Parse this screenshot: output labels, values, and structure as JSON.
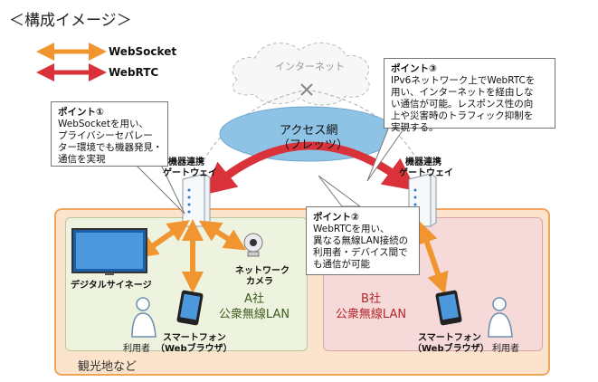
{
  "title": "＜構成イメージ＞",
  "legend": {
    "websocket": {
      "label": "WebSocket",
      "color": "#f0952f"
    },
    "webrtc": {
      "label": "WebRTC",
      "color": "#d9323a"
    }
  },
  "internet": "インターネット",
  "access_network": {
    "line1": "アクセス網",
    "line2": "（フレッツ）"
  },
  "gateway_left": {
    "line1": "機器連携",
    "line2": "ゲートウェイ"
  },
  "gateway_right": {
    "line1": "機器連携",
    "line2": "ゲートウェイ"
  },
  "point1": {
    "head": "ポイント①",
    "lines": [
      "WebSocketを用い、",
      "プライバシーセパレー",
      "ター環境でも機器発見・",
      "通信を実現"
    ]
  },
  "point2": {
    "head": "ポイント②",
    "lines": [
      "WebRTCを用い、",
      "異なる無線LAN接続の",
      "利用者・デバイス間で",
      "も通信が可能"
    ]
  },
  "point3": {
    "head": "ポイント③",
    "lines": [
      "IPv6ネットワーク上でWebRTCを",
      "用い、インターネットを経由しな",
      "い通信が可能。レスポンス性の向",
      "上や災害時のトラフィック抑制を",
      "実現する。"
    ]
  },
  "devices": {
    "signage": "デジタルサイネージ",
    "camera": {
      "line1": "ネットワーク",
      "line2": "カメラ"
    },
    "phone_a": {
      "line1": "スマートフォン",
      "line2": "（Webブラウザ）"
    },
    "phone_b": {
      "line1": "スマートフォン",
      "line2": "（Webブラウザ）"
    },
    "user_a": "利用者",
    "user_b": "利用者"
  },
  "company_a": {
    "line1": "A社",
    "line2": "公衆無線LAN"
  },
  "company_b": {
    "line1": "B社",
    "line2": "公衆無線LAN"
  },
  "area": "観光地など",
  "colors": {
    "orange": "#f0952f",
    "red": "#d9323a",
    "outer_fill": "#fbe3cc",
    "outer_border": "#f0a45c",
    "a_fill": "#eef3df",
    "b_fill": "#f6d9d9",
    "access_fill": "#8ec3e6"
  }
}
